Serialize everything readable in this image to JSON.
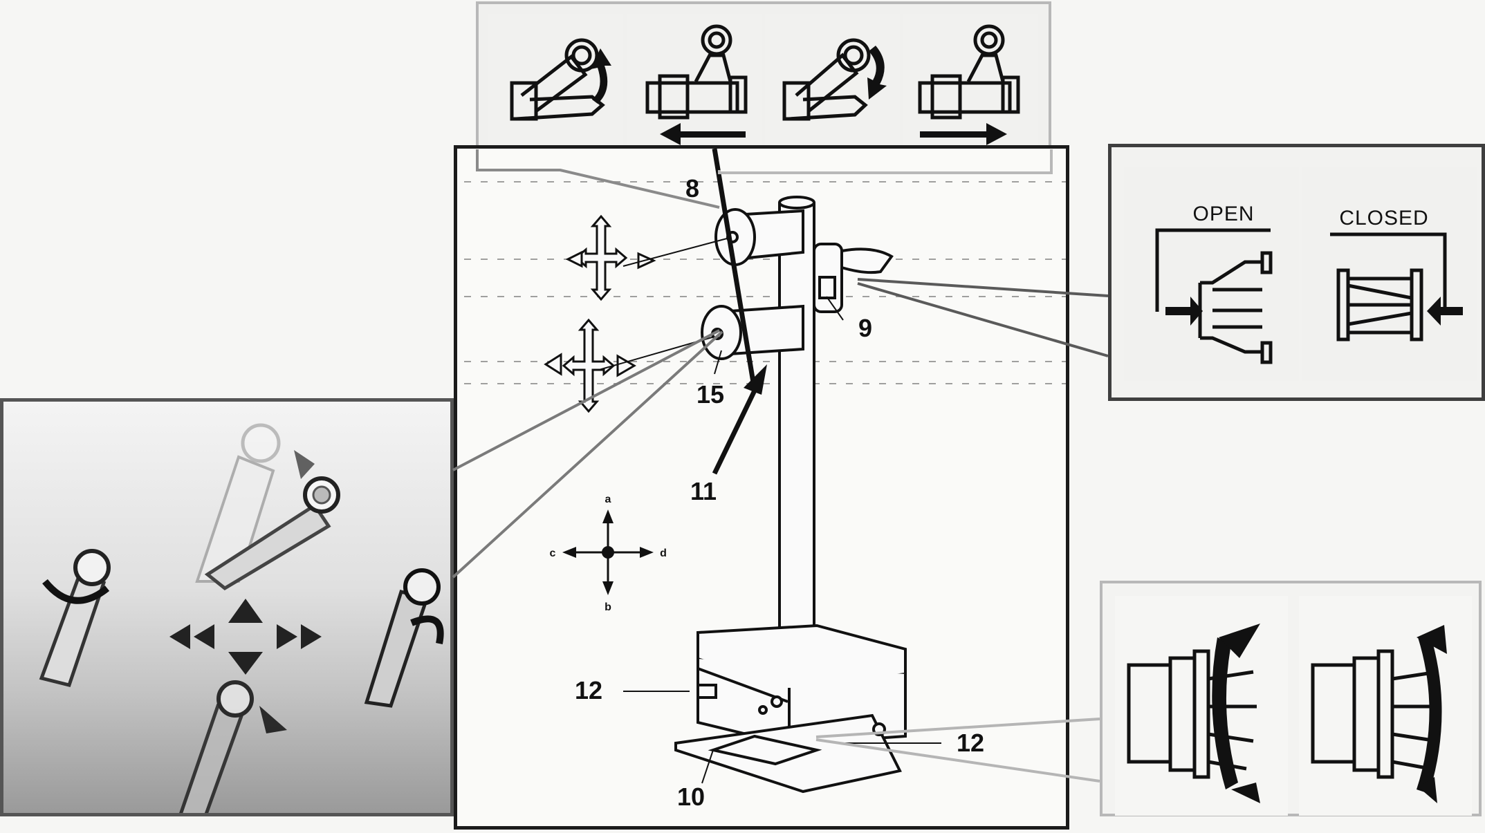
{
  "diagram": {
    "callouts": [
      "8",
      "9",
      "15",
      "11",
      "12",
      "12",
      "10"
    ],
    "direction_key": [
      "a",
      "b",
      "c",
      "d"
    ],
    "valve_panel": {
      "open_label": "OPEN",
      "closed_label": "CLOSED"
    },
    "top_panel_icons": [
      "tilt-up-icon",
      "slide-left-icon",
      "tilt-down-icon",
      "slide-right-icon"
    ],
    "rotation_panel_icons": [
      "rotate-counterclockwise-icon",
      "rotate-clockwise-icon"
    ],
    "colors": {
      "frame_dark": "#3a3a3a",
      "frame_light": "#b5b5b5",
      "line": "#111111",
      "leader": "#7a7a7a"
    }
  }
}
